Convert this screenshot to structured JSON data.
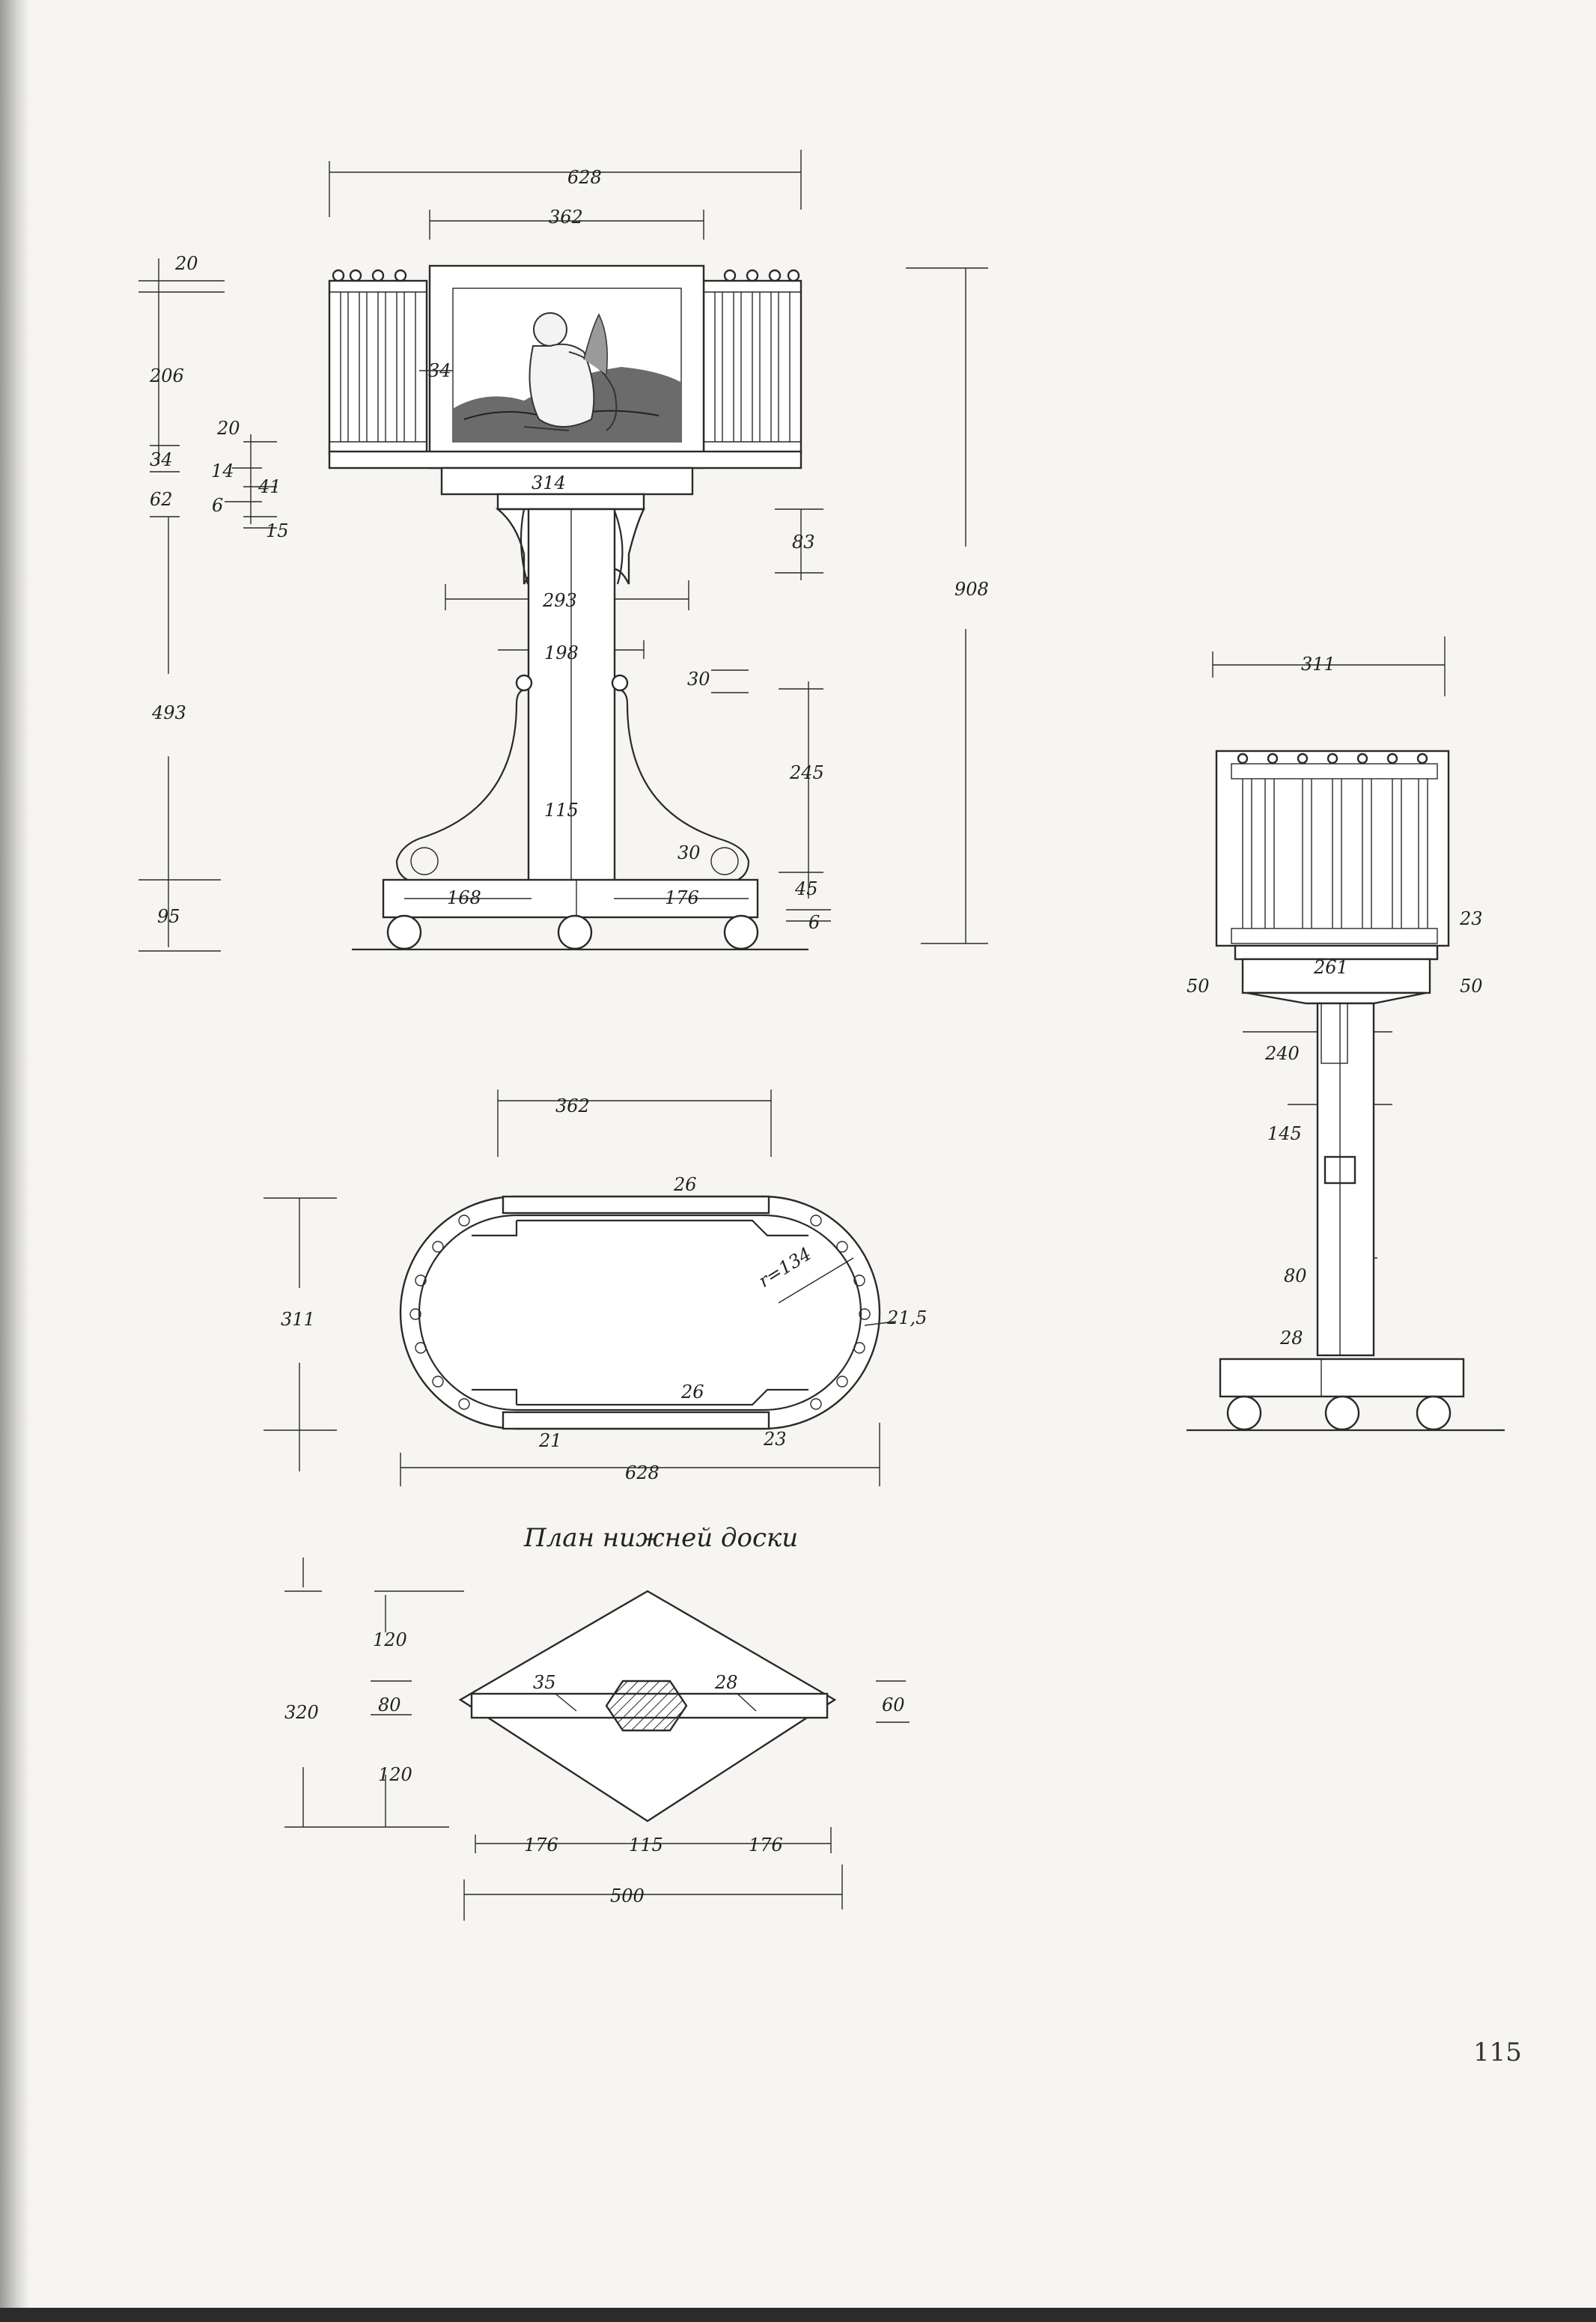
{
  "page_number": "115",
  "plan_caption": "План нижней доски",
  "front_view": {
    "dims": {
      "overall_width": "628",
      "top_panel_width": "362",
      "cornice_width": "314",
      "bracket_span": "293",
      "column_width": "198",
      "column_core": "115",
      "overall_height": "908",
      "d20": "20",
      "d206": "206",
      "d20b": "20",
      "d34": "34",
      "d14": "14",
      "d41": "41",
      "d62": "62",
      "d6": "6",
      "d15": "15",
      "d493": "493",
      "d95": "95",
      "d83": "83",
      "d30v": "30",
      "d245": "245",
      "d30": "30",
      "d45": "45",
      "d6b": "6",
      "base_left": "168",
      "base_right": "176",
      "panel_offset": "34"
    }
  },
  "side_view": {
    "dims": {
      "width": "311",
      "d23": "23",
      "cornice": "261",
      "d50l": "50",
      "d50r": "50",
      "d240": "240",
      "d145": "145",
      "d80": "80",
      "d28": "28"
    }
  },
  "top_plan": {
    "dims": {
      "top_width": "362",
      "d26_top": "26",
      "depth": "311",
      "radius": "r=134",
      "d21_5": "21,5",
      "d26_bottom": "26",
      "d21": "21",
      "d23": "23",
      "overall": "628"
    }
  },
  "board_plan": {
    "dims": {
      "d120_top": "120",
      "d80": "80",
      "d320": "320",
      "d120_bottom": "120",
      "d35": "35",
      "d28": "28",
      "d60": "60",
      "d176_left": "176",
      "d115": "115",
      "d176_right": "176",
      "d500": "500"
    }
  }
}
